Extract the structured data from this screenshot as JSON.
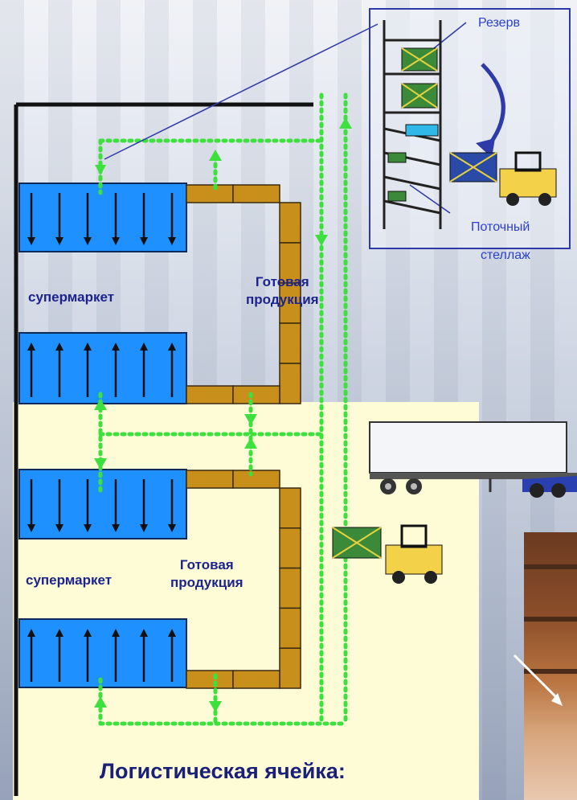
{
  "title": "Логистическая ячейка:",
  "labels": {
    "supermarket_top": "супермаркет",
    "supermarket_bottom": "супермаркет",
    "finished_top": "Готовая продукция",
    "finished_top_line1": "Готовая",
    "finished_top_line2": "продукция",
    "finished_bottom_line1": "Готовая",
    "finished_bottom_line2": "продукция",
    "reserve": "Резерв",
    "flow_rack_line1": "Поточный",
    "flow_rack_line2": "стеллаж"
  },
  "colors": {
    "supermarket_blue": "#1e90ff",
    "finished_brown": "#c8901a",
    "route_green": "#3ee03e",
    "forklift_yellow": "#f3d24a",
    "text_blue": "#1c238e"
  },
  "icons": [
    "forklift-icon",
    "truck-icon",
    "pallet-icon"
  ]
}
